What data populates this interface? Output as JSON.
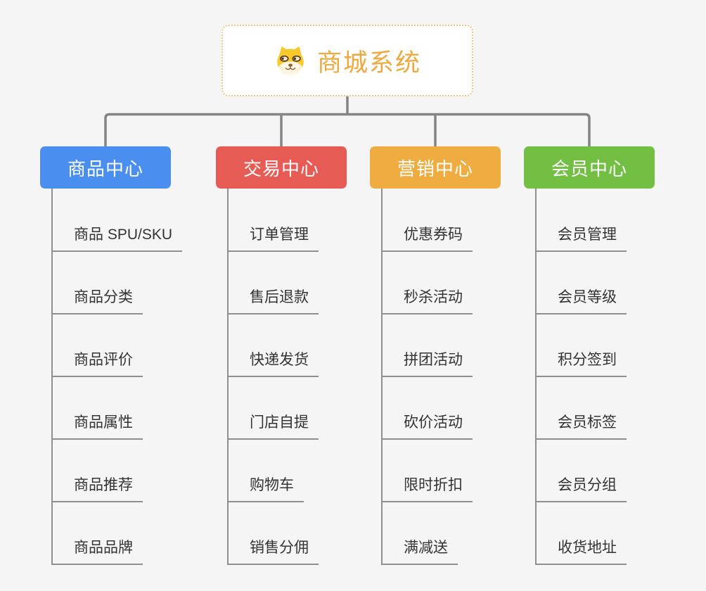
{
  "root": {
    "title": "商城系统",
    "icon": "dog-face-icon",
    "border_color": "#EDC87E",
    "text_color": "#EFA93E"
  },
  "branches": [
    {
      "label": "商品中心",
      "color": "#4A8FF0",
      "items": [
        "商品 SPU/SKU",
        "商品分类",
        "商品评价",
        "商品属性",
        "商品推荐",
        "商品品牌"
      ]
    },
    {
      "label": "交易中心",
      "color": "#E65C55",
      "items": [
        "订单管理",
        "售后退款",
        "快递发货",
        "门店自提",
        "购物车",
        "销售分佣"
      ]
    },
    {
      "label": "营销中心",
      "color": "#EFAD41",
      "items": [
        "优惠券码",
        "秒杀活动",
        "拼团活动",
        "砍价活动",
        "限时折扣",
        "满减送"
      ]
    },
    {
      "label": "会员中心",
      "color": "#72BF44",
      "items": [
        "会员管理",
        "会员等级",
        "积分签到",
        "会员标签",
        "会员分组",
        "收货地址"
      ]
    }
  ],
  "colors": {
    "background": "#F5F5F5",
    "connector_line": "#848484",
    "item_line": "#8F8F8F",
    "item_text": "#333333"
  }
}
